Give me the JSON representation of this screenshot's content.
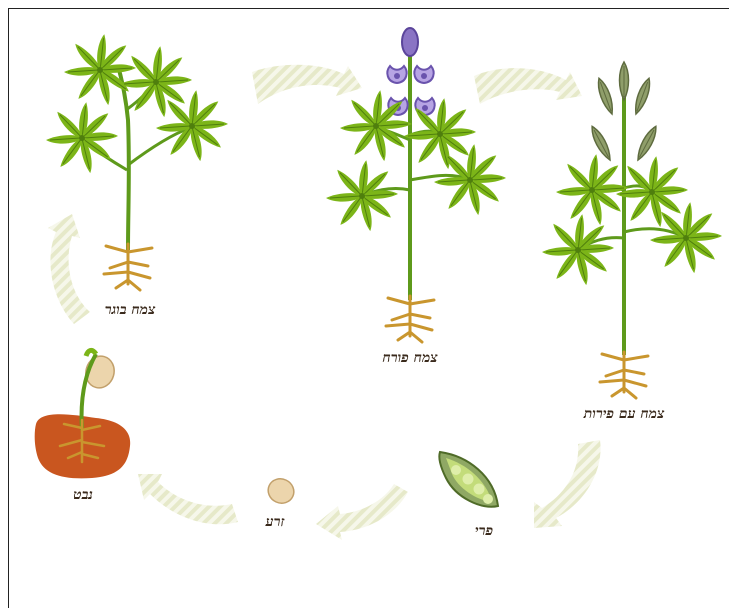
{
  "stages": [
    {
      "id": "mature",
      "label": "צמח בוגר"
    },
    {
      "id": "flowering",
      "label": "צמח פורח"
    },
    {
      "id": "fruiting",
      "label": "צמח עם פירות"
    },
    {
      "id": "fruit",
      "label": "פרי"
    },
    {
      "id": "seed",
      "label": "זרע"
    },
    {
      "id": "germination",
      "label": "נבט"
    }
  ],
  "colors": {
    "leaf": "#7cb518",
    "leaf_dark": "#4f7f0d",
    "stem": "#5e9a1b",
    "root": "#c9962e",
    "flower": "#8a74c4",
    "pod_green": "#8fa864",
    "soil": "#c9561f",
    "seed": "#ecd5ac",
    "arrow": "#eef0da",
    "label": "#3a2a1c"
  }
}
